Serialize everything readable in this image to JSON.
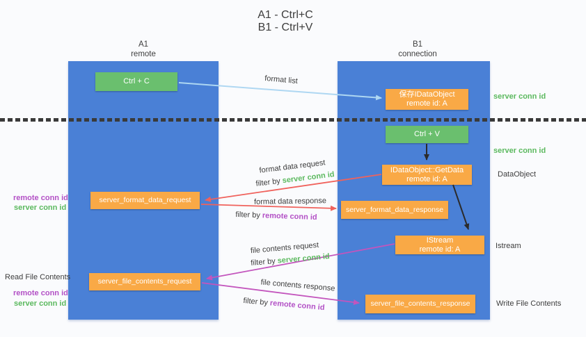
{
  "title": {
    "line1": "A1 - Ctrl+C",
    "line2": "B1 - Ctrl+V"
  },
  "columns": {
    "a": {
      "name": "A1",
      "subtitle": "remote"
    },
    "b": {
      "name": "B1",
      "subtitle": "connection"
    }
  },
  "nodes": {
    "ctrl_c": {
      "label": "Ctrl + C"
    },
    "save_dataobject": {
      "line1": "保存IDataObject",
      "line2": "remote id: A"
    },
    "ctrl_v": {
      "label": "Ctrl + V"
    },
    "getdata": {
      "line1": "IDataObject::GetData",
      "line2": "remote id: A"
    },
    "format_request": {
      "label": "server_format_data_request"
    },
    "format_response": {
      "label": "server_format_data_response"
    },
    "istream": {
      "line1": "IStream",
      "line2": "remote id: A"
    },
    "file_request": {
      "label": "server_file_contents_request"
    },
    "file_response": {
      "label": "server_file_contents_response"
    }
  },
  "flow_labels": {
    "format_list": "format list",
    "format_data_request": "format data request",
    "format_data_request_filter": {
      "prefix": "filter by",
      "highlight": "server conn id"
    },
    "format_data_response": "format data response",
    "format_data_response_filter": {
      "prefix": "filter by",
      "highlight": "remote conn id"
    },
    "file_contents_request": "file contents request",
    "file_contents_request_filter": {
      "prefix": "filter by",
      "highlight": "server conn id"
    },
    "file_contents_response": "file contents response",
    "file_contents_response_filter": {
      "prefix": "filter by",
      "highlight": "remote conn id"
    }
  },
  "side_labels": {
    "server_conn_id_top": "server conn id",
    "server_conn_id_mid": "server conn id",
    "dataobject": "DataObject",
    "istream": "Istream",
    "write_file_contents": "Write File Contents",
    "read_file_contents": "Read File Contents",
    "remote_conn_id_left_top": "remote conn id",
    "server_conn_id_left_top": "server conn id",
    "remote_conn_id_left_bottom": "remote conn id",
    "server_conn_id_left_bottom": "server conn id"
  },
  "colors": {
    "column_blue": "#4a80d6",
    "node_green": "#6abf6e",
    "node_orange": "#f9a946",
    "arrow_light_blue": "#aed7f2",
    "arrow_red": "#f0625c",
    "arrow_black": "#2b2b2b",
    "arrow_magenta": "#c355bd",
    "text_green": "#5bb95e",
    "text_purple": "#b351c6",
    "dotted_line": "#3a3a3a"
  }
}
